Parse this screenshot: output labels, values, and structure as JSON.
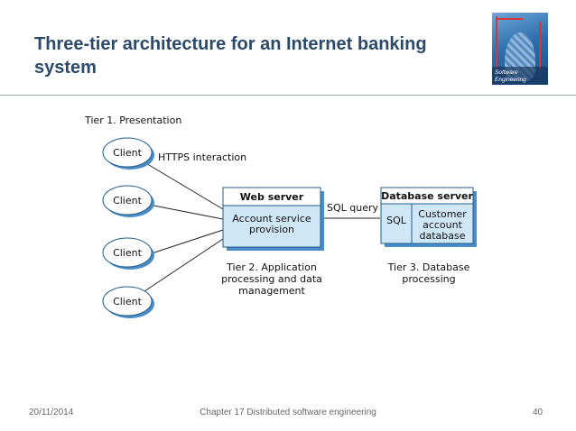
{
  "slide": {
    "title": "Three-tier architecture for an Internet banking system",
    "footer": {
      "date": "20/11/2014",
      "chapter": "Chapter 17 Distributed software engineering",
      "page": "40"
    }
  },
  "cover": {
    "text": "Software Engineering"
  },
  "diagram": {
    "tier1_label": "Tier 1. Presentation",
    "clients": [
      "Client",
      "Client",
      "Client",
      "Client"
    ],
    "https_label": "HTTPS interaction",
    "web_server": {
      "title": "Web server",
      "body_lines": [
        "Account service",
        "provision"
      ]
    },
    "sql_query_label": "SQL query",
    "db_server": {
      "title": "Database server",
      "sql": "SQL",
      "db_lines": [
        "Customer",
        "account",
        "database"
      ]
    },
    "tier2_lines": [
      "Tier 2. Application",
      "processing and data",
      "management"
    ],
    "tier3_lines": [
      "Tier 3. Database",
      "processing"
    ]
  },
  "colors": {
    "title": "#2b4a6b",
    "box_fill": "#cfe6f7",
    "box_stroke": "#1f5d8a",
    "header_fill": "#ffffff"
  }
}
